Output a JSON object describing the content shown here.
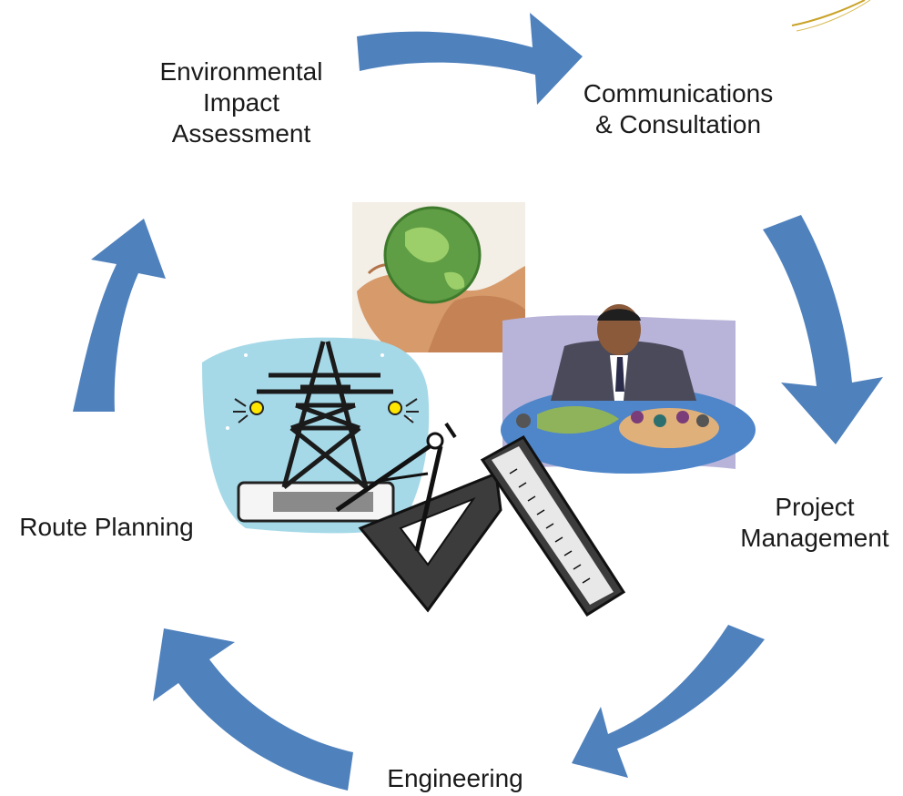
{
  "diagram": {
    "stages": [
      {
        "id": "eia",
        "lines": [
          "Environmental",
          "Impact",
          "Assessment"
        ]
      },
      {
        "id": "comms",
        "lines": [
          "Communications",
          "& Consultation"
        ]
      },
      {
        "id": "pm",
        "lines": [
          "Project",
          "Management"
        ]
      },
      {
        "id": "eng",
        "lines": [
          "Engineering"
        ]
      },
      {
        "id": "route",
        "lines": [
          "Route Planning"
        ]
      }
    ],
    "arrow_color": "#4f81bd",
    "cycle_direction": "clockwise",
    "illustrations": [
      "globe-in-hands-icon",
      "businessman-meeting-icon",
      "transmission-tower-icon",
      "drafting-tools-icon"
    ]
  }
}
